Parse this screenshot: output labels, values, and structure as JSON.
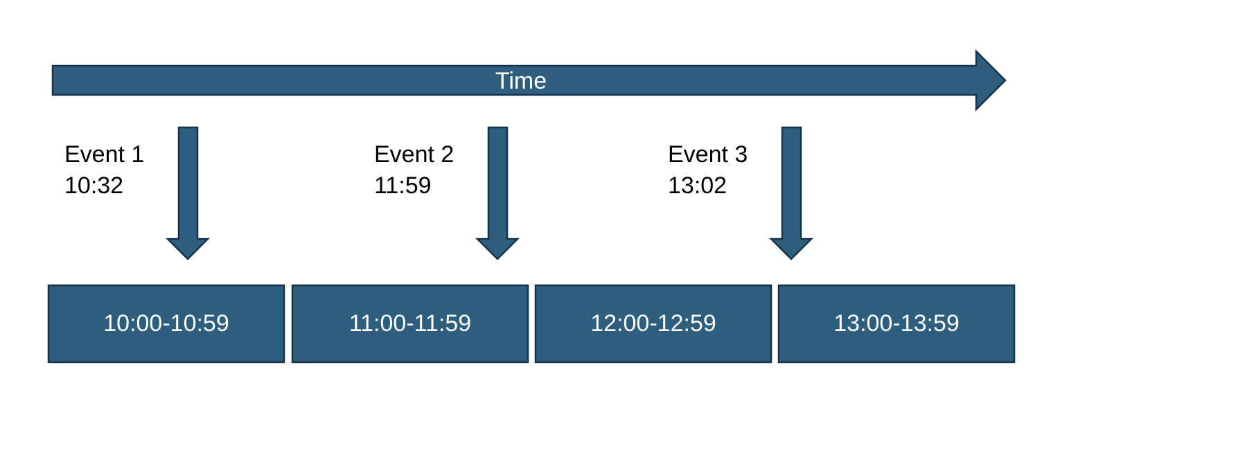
{
  "timeline": {
    "label": "Time"
  },
  "events": [
    {
      "name": "Event 1",
      "time": "10:32"
    },
    {
      "name": "Event 2",
      "time": "11:59"
    },
    {
      "name": "Event 3",
      "time": "13:02"
    }
  ],
  "bins": [
    {
      "label": "10:00-10:59"
    },
    {
      "label": "11:00-11:59"
    },
    {
      "label": "12:00-12:59"
    },
    {
      "label": "13:00-13:59"
    }
  ],
  "colors": {
    "fill": "#2e5e7e",
    "stroke": "#15324a",
    "label_text": "#ffffff",
    "event_text": "#000000"
  }
}
